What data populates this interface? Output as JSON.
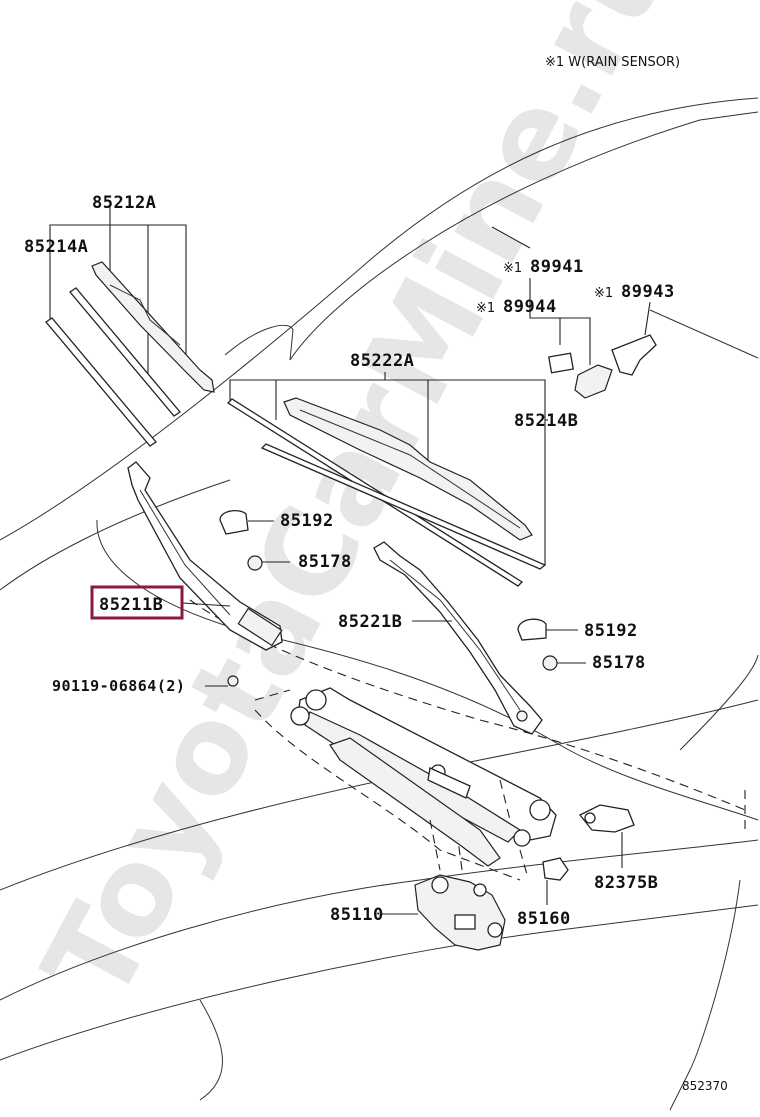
{
  "note": "※1 W(RAIN SENSOR)",
  "watermark": "ToyotaCarMine.ru",
  "diagram_code": "852370",
  "labels": {
    "p85212A": "85212A",
    "p85214A": "85214A",
    "p89941": "89941",
    "p89944": "89944",
    "p89943": "89943",
    "mark1": "※1",
    "p85222A": "85222A",
    "p85214B": "85214B",
    "p85192_top": "85192",
    "p85178_top": "85178",
    "p85211B": "85211B",
    "p85221B": "85221B",
    "p85192_right": "85192",
    "p85178_right": "85178",
    "p90119": "90119-06864(2)",
    "p82375B": "82375B",
    "p85110": "85110",
    "p85160": "85160"
  },
  "highlight": {
    "part": "85211B",
    "color": "#8b1a3a"
  }
}
